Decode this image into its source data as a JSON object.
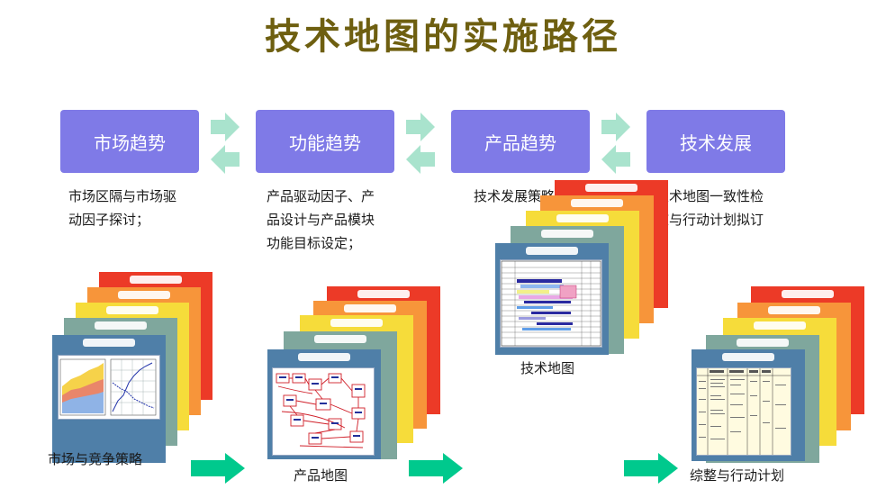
{
  "title": "技术地图的实施路径",
  "stages": [
    {
      "label": "市场趋势"
    },
    {
      "label": "功能趋势"
    },
    {
      "label": "产品趋势"
    },
    {
      "label": "技术发展"
    }
  ],
  "descriptions": [
    {
      "lines": [
        "市场区隔与市场驱",
        "动因子探讨；"
      ]
    },
    {
      "lines": [
        "产品驱动因子、产",
        "品设计与产品模块",
        "功能目标设定；"
      ]
    },
    {
      "lines": [
        "技术发展策略"
      ]
    },
    {
      "lines": [
        "技术地图一致性检",
        "核与行动计划拟订"
      ]
    }
  ],
  "outputs": [
    {
      "caption": "市场与竞争策略"
    },
    {
      "caption": "产品地图"
    },
    {
      "caption": "技术地图"
    },
    {
      "caption": "综整与行动计划"
    }
  ],
  "colors": {
    "title": "#6e5f10",
    "stage_box": "#7f7ae7",
    "small_arrow": "#a9e3cd",
    "big_arrow": "#00c98d",
    "card_red": "#ec3a27",
    "card_orange": "#f7953a",
    "card_yellow": "#f6dc3a",
    "card_gray": "#7fa79d",
    "card_blue": "#4f7fa8"
  }
}
